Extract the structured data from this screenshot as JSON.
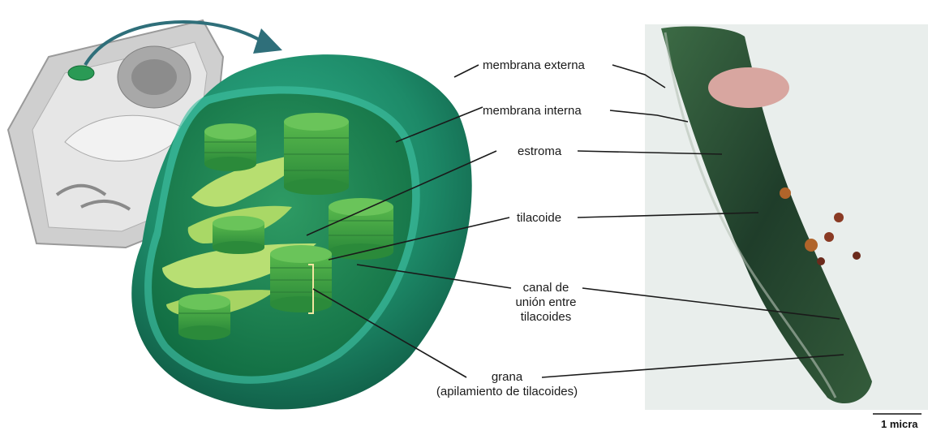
{
  "labels": {
    "outer_membrane": "membrana externa",
    "inner_membrane": "membrana interna",
    "stroma": "estroma",
    "thylakoid": "tilacoide",
    "channel_line1": "canal de",
    "channel_line2": "unión entre",
    "channel_line3": "tilacoides",
    "grana_line1": "grana",
    "grana_line2": "(apilamiento de tilacoides)"
  },
  "scale_bar": {
    "text": "1 micra"
  },
  "colors": {
    "chloroplast_outer": "#1f8a6a",
    "chloroplast_inner": "#2aa07e",
    "thylakoid": "#3fa64a",
    "thylakoid_light": "#b6dd6a",
    "cell_gray": "#bdbdbd",
    "micrograph_bg": "#e8ecea",
    "micrograph_green": "#2f5a3a"
  }
}
